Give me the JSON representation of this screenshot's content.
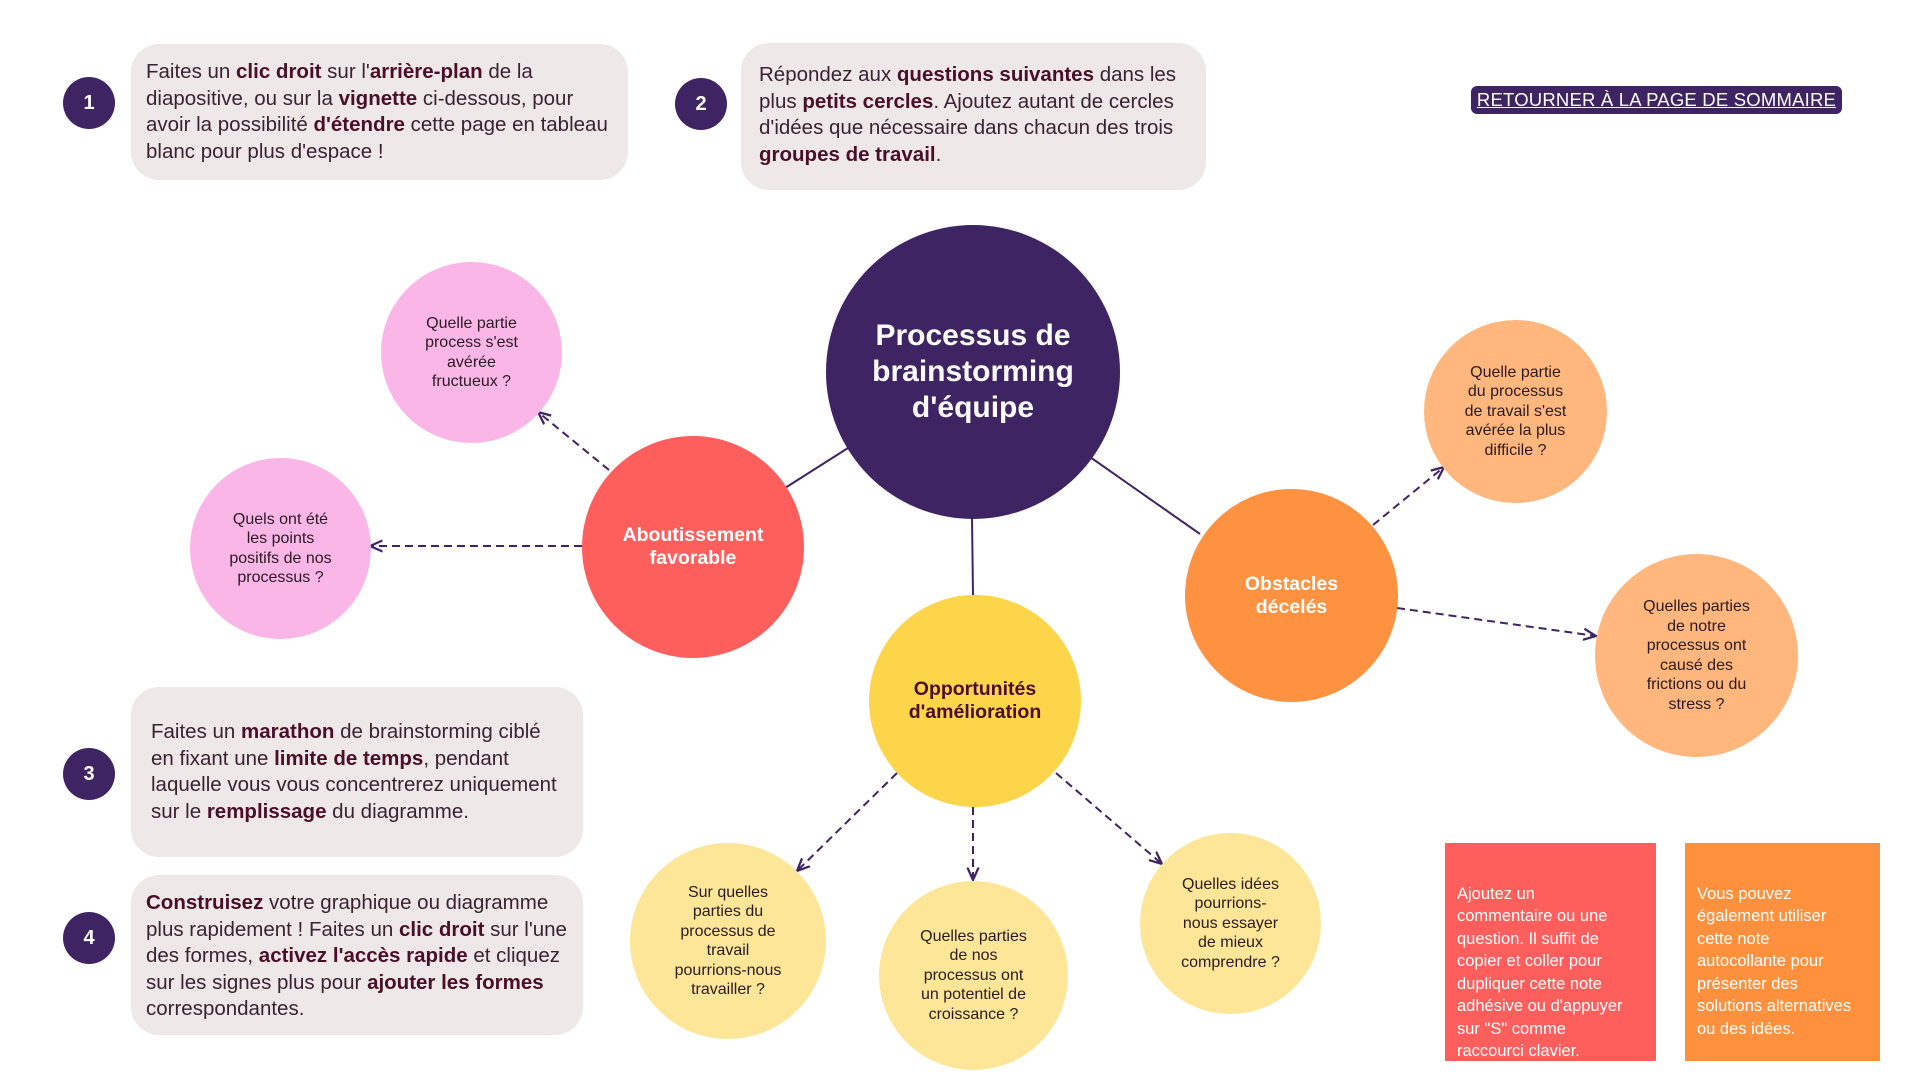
{
  "steps": [
    {
      "number": "1",
      "segments": [
        {
          "t": "Faites un ",
          "b": false
        },
        {
          "t": "clic droit",
          "b": true
        },
        {
          "t": " sur l'",
          "b": false
        },
        {
          "t": "arrière-plan",
          "b": true
        },
        {
          "t": " de la diapositive, ou sur la ",
          "b": false
        },
        {
          "t": "vignette",
          "b": true
        },
        {
          "t": " ci-dessous, pour avoir la possibilité ",
          "b": false
        },
        {
          "t": "d'étendre",
          "b": true
        },
        {
          "t": " cette page en tableau blanc pour plus d'espace !",
          "b": false
        }
      ]
    },
    {
      "number": "2",
      "segments": [
        {
          "t": "Répondez aux ",
          "b": false
        },
        {
          "t": "questions suivantes",
          "b": true
        },
        {
          "t": " dans les plus ",
          "b": false
        },
        {
          "t": "petits cercles",
          "b": true
        },
        {
          "t": ". Ajoutez autant de cercles d'idées que nécessaire dans chacun des trois ",
          "b": false
        },
        {
          "t": "groupes de travail",
          "b": true
        },
        {
          "t": ".",
          "b": false
        }
      ]
    },
    {
      "number": "3",
      "segments": [
        {
          "t": "Faites un ",
          "b": false
        },
        {
          "t": "marathon",
          "b": true
        },
        {
          "t": " de brainstorming ciblé en fixant une ",
          "b": false
        },
        {
          "t": "limite de temps",
          "b": true
        },
        {
          "t": ", pendant laquelle vous vous concentrerez uniquement sur le ",
          "b": false
        },
        {
          "t": "remplissage",
          "b": true
        },
        {
          "t": " du diagramme.",
          "b": false
        }
      ]
    },
    {
      "number": "4",
      "segments": [
        {
          "t": "Construisez",
          "b": true
        },
        {
          "t": " votre graphique ou diagramme plus rapidement ! Faites un ",
          "b": false
        },
        {
          "t": "clic droit",
          "b": true
        },
        {
          "t": " sur l'une des formes, ",
          "b": false
        },
        {
          "t": "activez l'accès rapide",
          "b": true
        },
        {
          "t": " et cliquez sur les signes plus pour ",
          "b": false
        },
        {
          "t": "ajouter les formes",
          "b": true
        },
        {
          "t": " correspondantes.",
          "b": false
        }
      ]
    }
  ],
  "return_link": "RETOURNER À LA PAGE DE SOMMAIRE",
  "diagram": {
    "center": "Processus de\nbrainstorming\nd'équipe",
    "categories": {
      "favorable": "Aboutissement\nfavorable",
      "improvement": "Opportunités\nd'amélioration",
      "obstacles": "Obstacles\ndécelés"
    },
    "questions": {
      "fav_1": "Quelle partie\nprocess s'est\navérée\nfructueux ?",
      "fav_2": "Quels ont été\nles points\npositifs de nos\nprocessus ?",
      "imp_1": "Sur quelles\nparties du\nprocessus de\ntravail\npourrions-nous\ntravailler ?",
      "imp_2": "Quelles parties\nde nos\nprocessus ont\nun potentiel de\ncroissance ?",
      "imp_3": "Quelles idées\npourrions-\nnous essayer\nde mieux\ncomprendre ?",
      "obs_1": "Quelle partie\ndu processus\nde travail s'est\navérée la plus\ndifficile ?",
      "obs_2": "Quelles parties\nde notre\nprocessus ont\ncausé des\nfrictions ou du\nstress ?"
    }
  },
  "sticky_notes": {
    "red": "Ajoutez un\ncommentaire ou une\nquestion. Il suffit de\ncopier et coller pour\ndupliquer cette note\nadhésive ou d'appuyer\nsur \"S\" comme\nraccourci clavier.",
    "orange": "Vous pouvez\négalement utiliser\ncette note\nautocollante pour\nprésenter des\nsolutions alternatives\nou des idées."
  },
  "colors": {
    "dark_purple": "#3f2463",
    "card_bg": "#efe8e8",
    "coral": "#fe5f5c",
    "orange": "#ff9240",
    "yellow": "#fdd54a",
    "light_pink": "#fbb6e8",
    "light_peach": "#ffb77e",
    "light_yellow": "#fde698",
    "sticky_red": "#ff5f5c",
    "sticky_orange": "#ff913e"
  },
  "icons": {
    "connector": "dashed-arrow"
  }
}
